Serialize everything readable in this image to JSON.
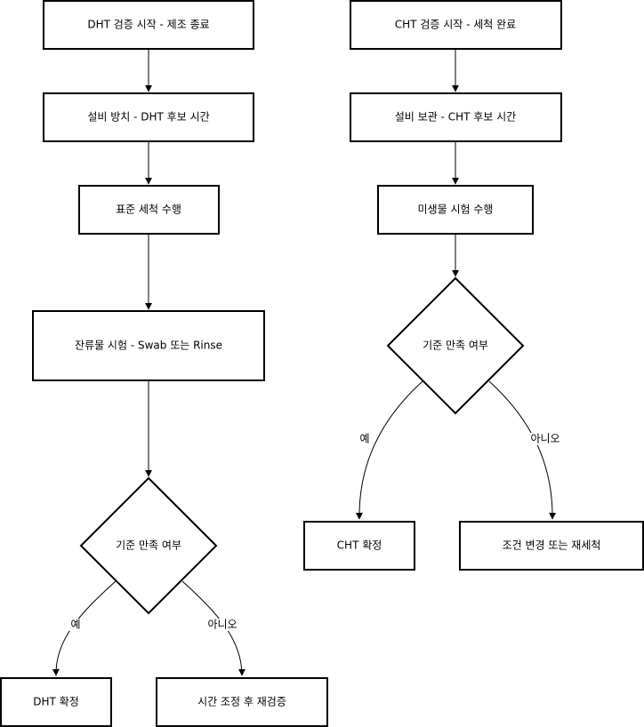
{
  "left_flow": {
    "start": "DHT 검증 시작 - 제조 종료",
    "hold": "설비 방치 - DHT 후보 시간",
    "clean": "표준 세척 수행",
    "residue_test": "잔류물 시험 - Swab 또는 Rinse",
    "decision": "기준 만족 여부",
    "yes_label": "예",
    "no_label": "아니오",
    "confirm": "DHT 확정",
    "retry": "시간 조정 후 재검증"
  },
  "right_flow": {
    "start": "CHT 검증 시작 - 세척 완료",
    "hold": "설비 보관 - CHT 후보 시간",
    "micro_test": "미생물 시험 수행",
    "decision": "기준 만족 여부",
    "yes_label": "예",
    "no_label": "아니오",
    "confirm": "CHT 확정",
    "retry": "조건 변경 또는 재세척"
  }
}
